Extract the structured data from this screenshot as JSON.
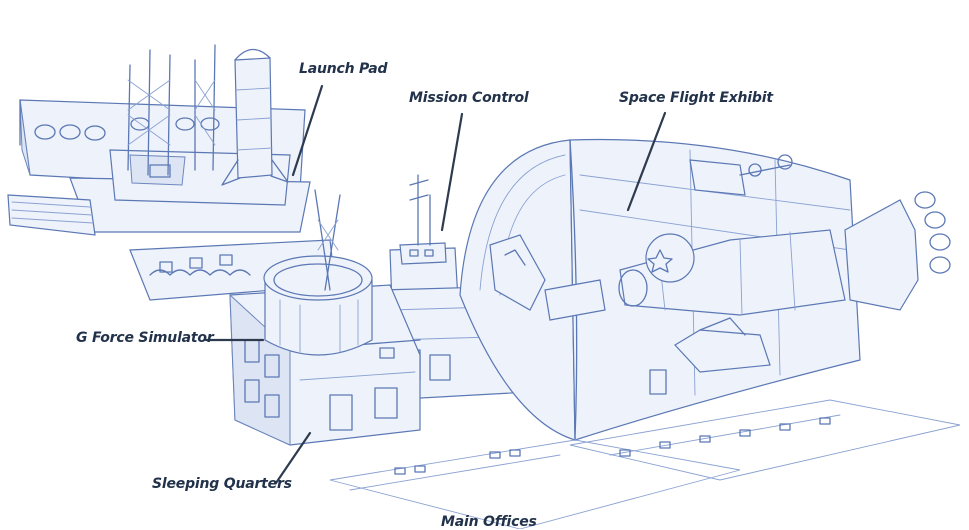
{
  "labels": {
    "launch_pad": "Launch Pad",
    "mission_control": "Mission Control",
    "space_flight_exhibit": "Space Flight Exhibit",
    "g_force_simulator": "G Force Simulator",
    "sleeping_quarters": "Sleeping Quarters",
    "main_offices": "Main Offices"
  },
  "colors": {
    "sketch_line": "#5b78b4",
    "label_text": "#22324a",
    "leader_line": "#2e3a4e"
  }
}
